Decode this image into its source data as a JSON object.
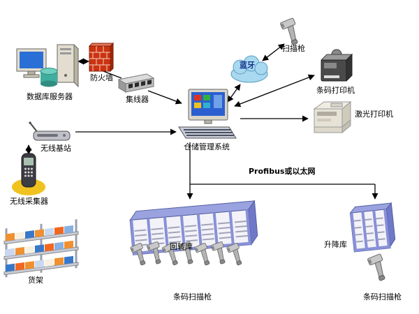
{
  "labels": {
    "database_server": "数据库服务器",
    "firewall": "防火墙",
    "hub": "集线器",
    "bluetooth": "蓝牙",
    "scanner_gun": "扫描枪",
    "barcode_printer": "条码打印机",
    "laser_printer": "激光打印机",
    "wms": "仓储管理系统",
    "wireless_base": "无线基站",
    "wireless_collector": "无线采集器",
    "shelf": "货架",
    "carousel_warehouse": "回转库",
    "barcode_scanners": "条码扫描枪",
    "lift_warehouse": "升降库",
    "barcode_scanner_right": "条码扫描枪",
    "bus": "Profibus或以太网"
  },
  "colors": {
    "firewall_red": "#cc3311",
    "cloud_blue": "#a8d9f0",
    "warehouse_blue": "#8890d8",
    "warehouse_side_blue": "#7078c8",
    "screen_blue": "#2b5fd0",
    "glow_yellow": "#f0c220",
    "line_black": "#000000"
  }
}
